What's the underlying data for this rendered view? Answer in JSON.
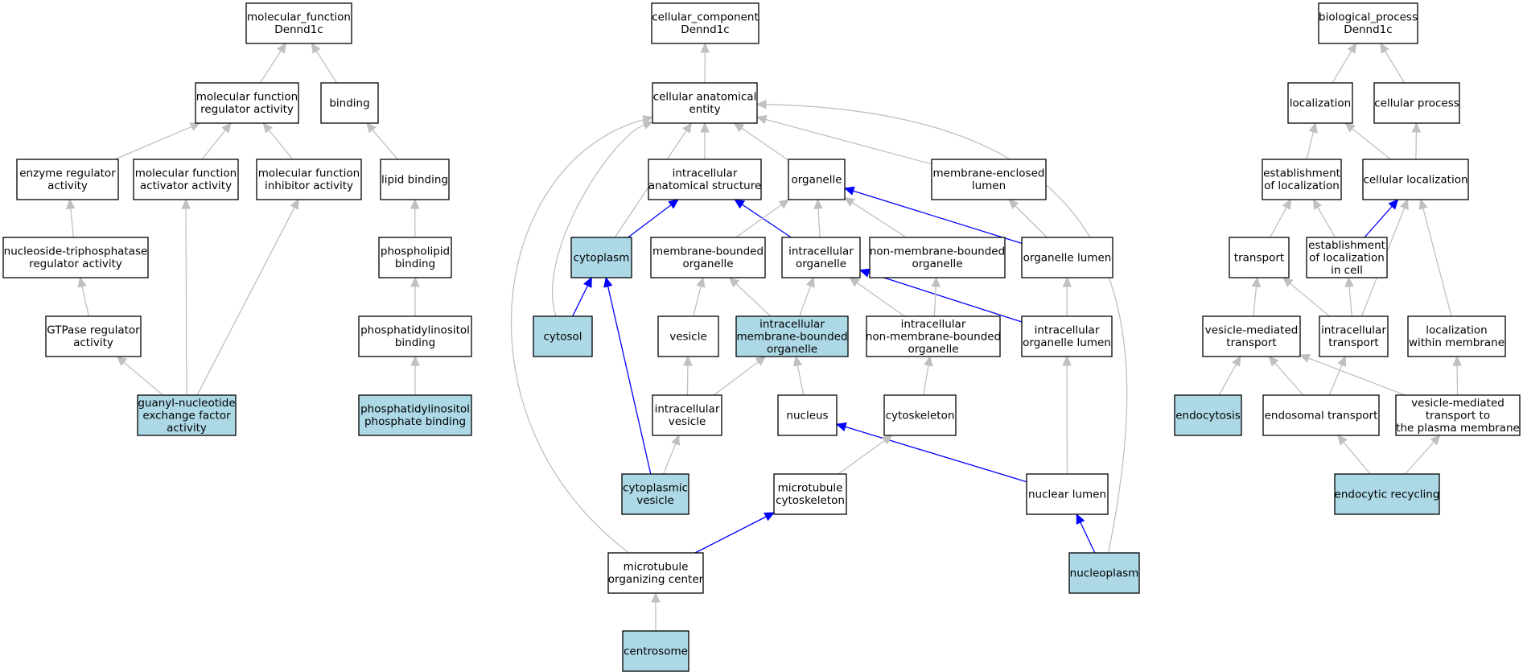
{
  "colors": {
    "highlight": "#add8e6",
    "plain": "#ffffff",
    "edge_grey": "#c0c0c0",
    "edge_blue": "#0000ff"
  },
  "nodes": {
    "mf_root": {
      "lines": [
        "molecular_function",
        "Dennd1c"
      ],
      "highlight": false
    },
    "mfra": {
      "lines": [
        "molecular function",
        "regulator activity"
      ],
      "highlight": false
    },
    "binding": {
      "lines": [
        "binding"
      ],
      "highlight": false
    },
    "enzreg": {
      "lines": [
        "enzyme regulator",
        "activity"
      ],
      "highlight": false
    },
    "mfact": {
      "lines": [
        "molecular function",
        "activator activity"
      ],
      "highlight": false
    },
    "mfinh": {
      "lines": [
        "molecular function",
        "inhibitor activity"
      ],
      "highlight": false
    },
    "lipid": {
      "lines": [
        "lipid binding"
      ],
      "highlight": false
    },
    "ntpreg": {
      "lines": [
        "nucleoside-triphosphatase",
        "regulator activity"
      ],
      "highlight": false
    },
    "phosbind": {
      "lines": [
        "phospholipid",
        "binding"
      ],
      "highlight": false
    },
    "gtpase": {
      "lines": [
        "GTPase regulator",
        "activity"
      ],
      "highlight": false
    },
    "pibind": {
      "lines": [
        "phosphatidylinositol",
        "binding"
      ],
      "highlight": false
    },
    "gef": {
      "lines": [
        "guanyl-nucleotide",
        "exchange factor",
        "activity"
      ],
      "highlight": true
    },
    "pipbind": {
      "lines": [
        "phosphatidylinositol",
        "phosphate binding"
      ],
      "highlight": true
    },
    "cc_root": {
      "lines": [
        "cellular_component",
        "Dennd1c"
      ],
      "highlight": false
    },
    "cae": {
      "lines": [
        "cellular anatomical",
        "entity"
      ],
      "highlight": false
    },
    "ias": {
      "lines": [
        "intracellular",
        "anatomical structure"
      ],
      "highlight": false
    },
    "organelle": {
      "lines": [
        "organelle"
      ],
      "highlight": false
    },
    "mel": {
      "lines": [
        "membrane-enclosed",
        "lumen"
      ],
      "highlight": false
    },
    "cytoplasm": {
      "lines": [
        "cytoplasm"
      ],
      "highlight": true
    },
    "mbo": {
      "lines": [
        "membrane-bounded",
        "organelle"
      ],
      "highlight": false
    },
    "io": {
      "lines": [
        "intracellular",
        "organelle"
      ],
      "highlight": false
    },
    "nmbo": {
      "lines": [
        "non-membrane-bounded",
        "organelle"
      ],
      "highlight": false
    },
    "olumen": {
      "lines": [
        "organelle lumen"
      ],
      "highlight": false
    },
    "cytosol": {
      "lines": [
        "cytosol"
      ],
      "highlight": true
    },
    "vesicle": {
      "lines": [
        "vesicle"
      ],
      "highlight": false
    },
    "imbo": {
      "lines": [
        "intracellular",
        "membrane-bounded",
        "organelle"
      ],
      "highlight": true
    },
    "inmbo": {
      "lines": [
        "intracellular",
        "non-membrane-bounded",
        "organelle"
      ],
      "highlight": false
    },
    "iol": {
      "lines": [
        "intracellular",
        "organelle lumen"
      ],
      "highlight": false
    },
    "ivesicle": {
      "lines": [
        "intracellular",
        "vesicle"
      ],
      "highlight": false
    },
    "nucleus": {
      "lines": [
        "nucleus"
      ],
      "highlight": false
    },
    "cytoskel": {
      "lines": [
        "cytoskeleton"
      ],
      "highlight": false
    },
    "cytoves": {
      "lines": [
        "cytoplasmic",
        "vesicle"
      ],
      "highlight": true
    },
    "mtcyto": {
      "lines": [
        "microtubule",
        "cytoskeleton"
      ],
      "highlight": false
    },
    "nlumen": {
      "lines": [
        "nuclear lumen"
      ],
      "highlight": false
    },
    "mtoc": {
      "lines": [
        "microtubule",
        "organizing center"
      ],
      "highlight": false
    },
    "nucleoplasm": {
      "lines": [
        "nucleoplasm"
      ],
      "highlight": true
    },
    "centrosome": {
      "lines": [
        "centrosome"
      ],
      "highlight": true
    },
    "bp_root": {
      "lines": [
        "biological_process",
        "Dennd1c"
      ],
      "highlight": false
    },
    "loc": {
      "lines": [
        "localization"
      ],
      "highlight": false
    },
    "cproc": {
      "lines": [
        "cellular process"
      ],
      "highlight": false
    },
    "estloc": {
      "lines": [
        "establishment",
        "of localization"
      ],
      "highlight": false
    },
    "cloc": {
      "lines": [
        "cellular localization"
      ],
      "highlight": false
    },
    "transport": {
      "lines": [
        "transport"
      ],
      "highlight": false
    },
    "estlocc": {
      "lines": [
        "establishment",
        "of localization",
        "in cell"
      ],
      "highlight": false
    },
    "vmt": {
      "lines": [
        "vesicle-mediated",
        "transport"
      ],
      "highlight": false
    },
    "itrans": {
      "lines": [
        "intracellular",
        "transport"
      ],
      "highlight": false
    },
    "locmem": {
      "lines": [
        "localization",
        "within membrane"
      ],
      "highlight": false
    },
    "endocyt": {
      "lines": [
        "endocytosis"
      ],
      "highlight": true
    },
    "endotr": {
      "lines": [
        "endosomal transport"
      ],
      "highlight": false
    },
    "vmtpm": {
      "lines": [
        "vesicle-mediated",
        "transport to",
        "the plasma membrane"
      ],
      "highlight": false
    },
    "endorec": {
      "lines": [
        "endocytic recycling"
      ],
      "highlight": true
    }
  },
  "edges": [
    {
      "from": "mfra",
      "to": "mf_root",
      "color": "grey"
    },
    {
      "from": "binding",
      "to": "mf_root",
      "color": "grey"
    },
    {
      "from": "enzreg",
      "to": "mfra",
      "color": "grey"
    },
    {
      "from": "mfact",
      "to": "mfra",
      "color": "grey"
    },
    {
      "from": "mfinh",
      "to": "mfra",
      "color": "grey"
    },
    {
      "from": "lipid",
      "to": "binding",
      "color": "grey"
    },
    {
      "from": "ntpreg",
      "to": "enzreg",
      "color": "grey"
    },
    {
      "from": "phosbind",
      "to": "lipid",
      "color": "grey"
    },
    {
      "from": "gtpase",
      "to": "ntpreg",
      "color": "grey"
    },
    {
      "from": "pibind",
      "to": "phosbind",
      "color": "grey"
    },
    {
      "from": "gef",
      "to": "gtpase",
      "color": "grey"
    },
    {
      "from": "gef",
      "to": "mfact",
      "color": "grey"
    },
    {
      "from": "gef",
      "to": "mfinh",
      "color": "grey"
    },
    {
      "from": "pipbind",
      "to": "pibind",
      "color": "grey"
    },
    {
      "from": "cae",
      "to": "cc_root",
      "color": "grey"
    },
    {
      "from": "ias",
      "to": "cae",
      "color": "grey"
    },
    {
      "from": "organelle",
      "to": "cae",
      "color": "grey"
    },
    {
      "from": "mel",
      "to": "cae",
      "color": "grey"
    },
    {
      "from": "cytoplasm",
      "to": "cae",
      "color": "grey"
    },
    {
      "from": "cytosol",
      "to": "cae",
      "color": "grey"
    },
    {
      "from": "mtoc",
      "to": "cae",
      "color": "grey"
    },
    {
      "from": "nucleoplasm",
      "to": "cae",
      "color": "grey"
    },
    {
      "from": "cytoplasm",
      "to": "ias",
      "color": "blue"
    },
    {
      "from": "io",
      "to": "ias",
      "color": "blue"
    },
    {
      "from": "mbo",
      "to": "organelle",
      "color": "grey"
    },
    {
      "from": "io",
      "to": "organelle",
      "color": "grey"
    },
    {
      "from": "nmbo",
      "to": "organelle",
      "color": "grey"
    },
    {
      "from": "olumen",
      "to": "organelle",
      "color": "blue"
    },
    {
      "from": "olumen",
      "to": "mel",
      "color": "grey"
    },
    {
      "from": "cytosol",
      "to": "cytoplasm",
      "color": "blue"
    },
    {
      "from": "cytoves",
      "to": "cytoplasm",
      "color": "blue"
    },
    {
      "from": "vesicle",
      "to": "mbo",
      "color": "grey"
    },
    {
      "from": "imbo",
      "to": "mbo",
      "color": "grey"
    },
    {
      "from": "imbo",
      "to": "io",
      "color": "grey"
    },
    {
      "from": "inmbo",
      "to": "io",
      "color": "grey"
    },
    {
      "from": "iol",
      "to": "io",
      "color": "blue"
    },
    {
      "from": "inmbo",
      "to": "nmbo",
      "color": "grey"
    },
    {
      "from": "iol",
      "to": "olumen",
      "color": "grey"
    },
    {
      "from": "ivesicle",
      "to": "vesicle",
      "color": "grey"
    },
    {
      "from": "ivesicle",
      "to": "imbo",
      "color": "grey"
    },
    {
      "from": "nucleus",
      "to": "imbo",
      "color": "grey"
    },
    {
      "from": "cytoskel",
      "to": "inmbo",
      "color": "grey"
    },
    {
      "from": "nlumen",
      "to": "iol",
      "color": "grey"
    },
    {
      "from": "cytoves",
      "to": "ivesicle",
      "color": "grey"
    },
    {
      "from": "nlumen",
      "to": "nucleus",
      "color": "blue"
    },
    {
      "from": "mtcyto",
      "to": "cytoskel",
      "color": "grey"
    },
    {
      "from": "mtoc",
      "to": "mtcyto",
      "color": "blue"
    },
    {
      "from": "nucleoplasm",
      "to": "nlumen",
      "color": "blue"
    },
    {
      "from": "centrosome",
      "to": "mtoc",
      "color": "grey"
    },
    {
      "from": "loc",
      "to": "bp_root",
      "color": "grey"
    },
    {
      "from": "cproc",
      "to": "bp_root",
      "color": "grey"
    },
    {
      "from": "estloc",
      "to": "loc",
      "color": "grey"
    },
    {
      "from": "cloc",
      "to": "loc",
      "color": "grey"
    },
    {
      "from": "cloc",
      "to": "cproc",
      "color": "grey"
    },
    {
      "from": "transport",
      "to": "estloc",
      "color": "grey"
    },
    {
      "from": "estlocc",
      "to": "estloc",
      "color": "grey"
    },
    {
      "from": "estlocc",
      "to": "cloc",
      "color": "blue"
    },
    {
      "from": "itrans",
      "to": "cloc",
      "color": "grey"
    },
    {
      "from": "locmem",
      "to": "cloc",
      "color": "grey"
    },
    {
      "from": "vmt",
      "to": "transport",
      "color": "grey"
    },
    {
      "from": "itrans",
      "to": "transport",
      "color": "grey"
    },
    {
      "from": "itrans",
      "to": "estlocc",
      "color": "grey"
    },
    {
      "from": "endocyt",
      "to": "vmt",
      "color": "grey"
    },
    {
      "from": "endotr",
      "to": "vmt",
      "color": "grey"
    },
    {
      "from": "endotr",
      "to": "itrans",
      "color": "grey"
    },
    {
      "from": "vmtpm",
      "to": "vmt",
      "color": "grey"
    },
    {
      "from": "vmtpm",
      "to": "locmem",
      "color": "grey"
    },
    {
      "from": "endorec",
      "to": "endotr",
      "color": "grey"
    },
    {
      "from": "endorec",
      "to": "vmtpm",
      "color": "grey"
    }
  ]
}
